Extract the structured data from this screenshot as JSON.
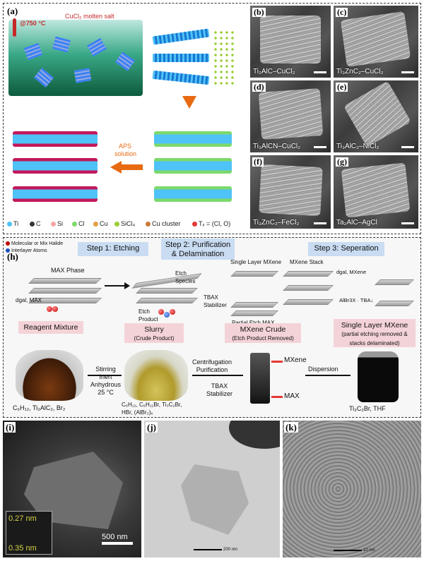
{
  "panel_a": {
    "label": "(a)",
    "temp": "@750 °C",
    "salt": "CuCl₂ molten salt",
    "aps": "APS",
    "solution": "solution",
    "legend": [
      {
        "label": "Ti",
        "color": "#4fc3f7"
      },
      {
        "label": "C",
        "color": "#333333"
      },
      {
        "label": "Si",
        "color": "#f4a6a6"
      },
      {
        "label": "Cl",
        "color": "#7cd96b"
      },
      {
        "label": "Cu",
        "color": "#e0a040"
      },
      {
        "label": "SiCl₄",
        "color": "#9acd32"
      },
      {
        "label": "Cu cluster",
        "color": "#c77a3a"
      },
      {
        "label": "Tₓ = (Cl, O)",
        "color": "#e53935"
      }
    ]
  },
  "sem_panels": [
    {
      "tag": "(b)",
      "caption": "Ti₂AlC–CuCl₂"
    },
    {
      "tag": "(c)",
      "caption": "Ti₃ZnC₂–CuCl₂"
    },
    {
      "tag": "(d)",
      "caption": "Ti₃AlCN–CuCl₂"
    },
    {
      "tag": "(e)",
      "caption": "Ti₃AlC₂–NiCl₂"
    },
    {
      "tag": "(f)",
      "caption": "Ti₃ZnC₂–FeCl₂"
    },
    {
      "tag": "(g)",
      "caption": "Ta₂AlC–AgCl"
    }
  ],
  "panel_h": {
    "label": "(h)",
    "legend_halide": "Molecular or Mix Halide",
    "legend_interlayer": "Interlayer Atoms",
    "step1": "Step 1: Etching",
    "step2_line1": "Step 2: Purification",
    "step2_line2": "& Delamination",
    "step3": "Step 3: Seperation",
    "max_phase": "MAX Phase",
    "dgal_max": "dgal, MAX",
    "etch_species_1": "Etch",
    "etch_species_2": "Species",
    "etch_product_1": "Etch",
    "etch_product_2": "Product",
    "tbax_1": "TBAX",
    "tbax_2": "Stabilizer",
    "single_layer": "Single Layer MXene",
    "partial_etch": "Partial Etch MAX",
    "mxene_stack": "MXene Stack",
    "dgal_mxene": "dgal, MXene",
    "albr": "AlBr3X · TBA↓",
    "reagent": "Reagent Mixture",
    "slurry_1": "Slurry",
    "slurry_2": "(Crude Product)",
    "crude_1": "MXene Crude",
    "crude_2": "(Etch Product Removed)",
    "single_1": "Single Layer MXene",
    "single_2": "(partial etching removed &",
    "single_3": "stacks delaminated)",
    "stirring_1": "Stirring",
    "stirring_2": "Inert",
    "stirring_3": "Anhydrous",
    "stirring_4": "25 °C",
    "centrif_1": "Centrifugation",
    "centrif_2": "Purification",
    "tbax_b1": "TBAX",
    "tbax_b2": "Stabilizer",
    "dispersion": "Dispersion",
    "mxene_lbl": "MXene",
    "max_lbl": "MAX",
    "reagents": "C₆H₁₂, Ti₃AlC₂, Br₂",
    "products_1": "C₆H₁₂, C₆H₁₁Br, Ti₃C₂Br,",
    "products_2": "HBr, (AlBr₃)ₓ",
    "final": "Ti₃C₂Br, THF"
  },
  "panel_i": {
    "label": "(i)",
    "d1": "0.27 nm",
    "d2": "0.35 nm",
    "scale": "500 nm"
  },
  "panel_j": {
    "label": "(j)",
    "scale": "200 nm"
  },
  "panel_k": {
    "label": "(k)",
    "scale": "10 nm"
  }
}
